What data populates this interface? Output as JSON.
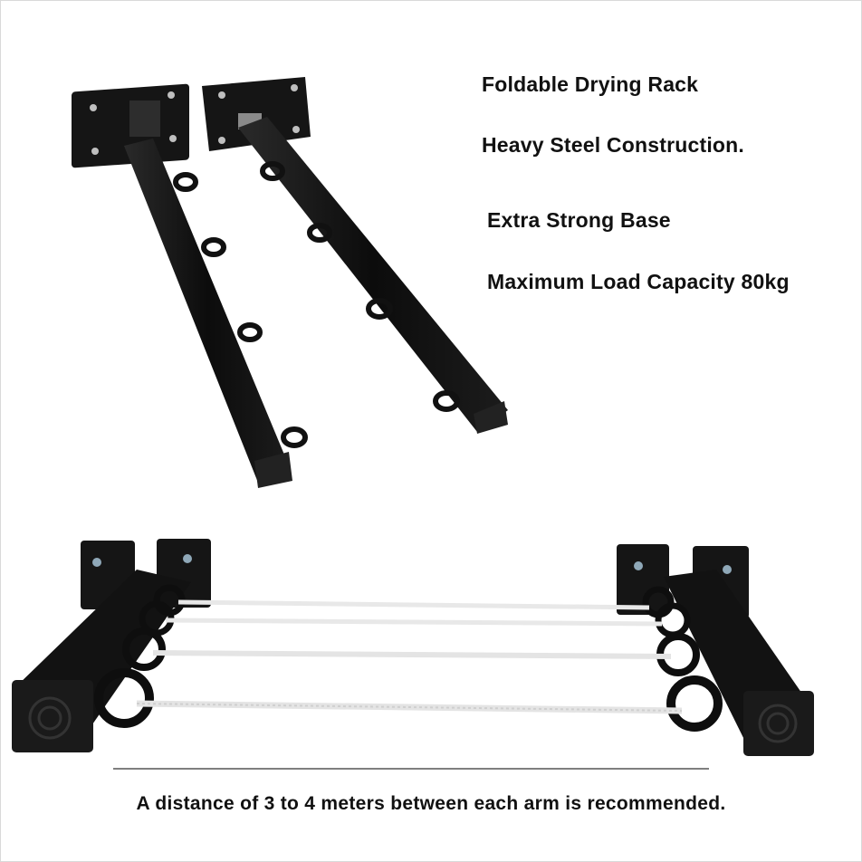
{
  "features": [
    "Foldable Drying Rack",
    "Heavy Steel Construction.",
    "Extra Strong Base",
    "Maximum Load Capacity 80kg"
  ],
  "caption": "A distance of 3 to 4 meters between each arm is recommended.",
  "colors": {
    "background": "#ffffff",
    "steel": "#141414",
    "rope": "#eeeeee",
    "text": "#111111"
  }
}
